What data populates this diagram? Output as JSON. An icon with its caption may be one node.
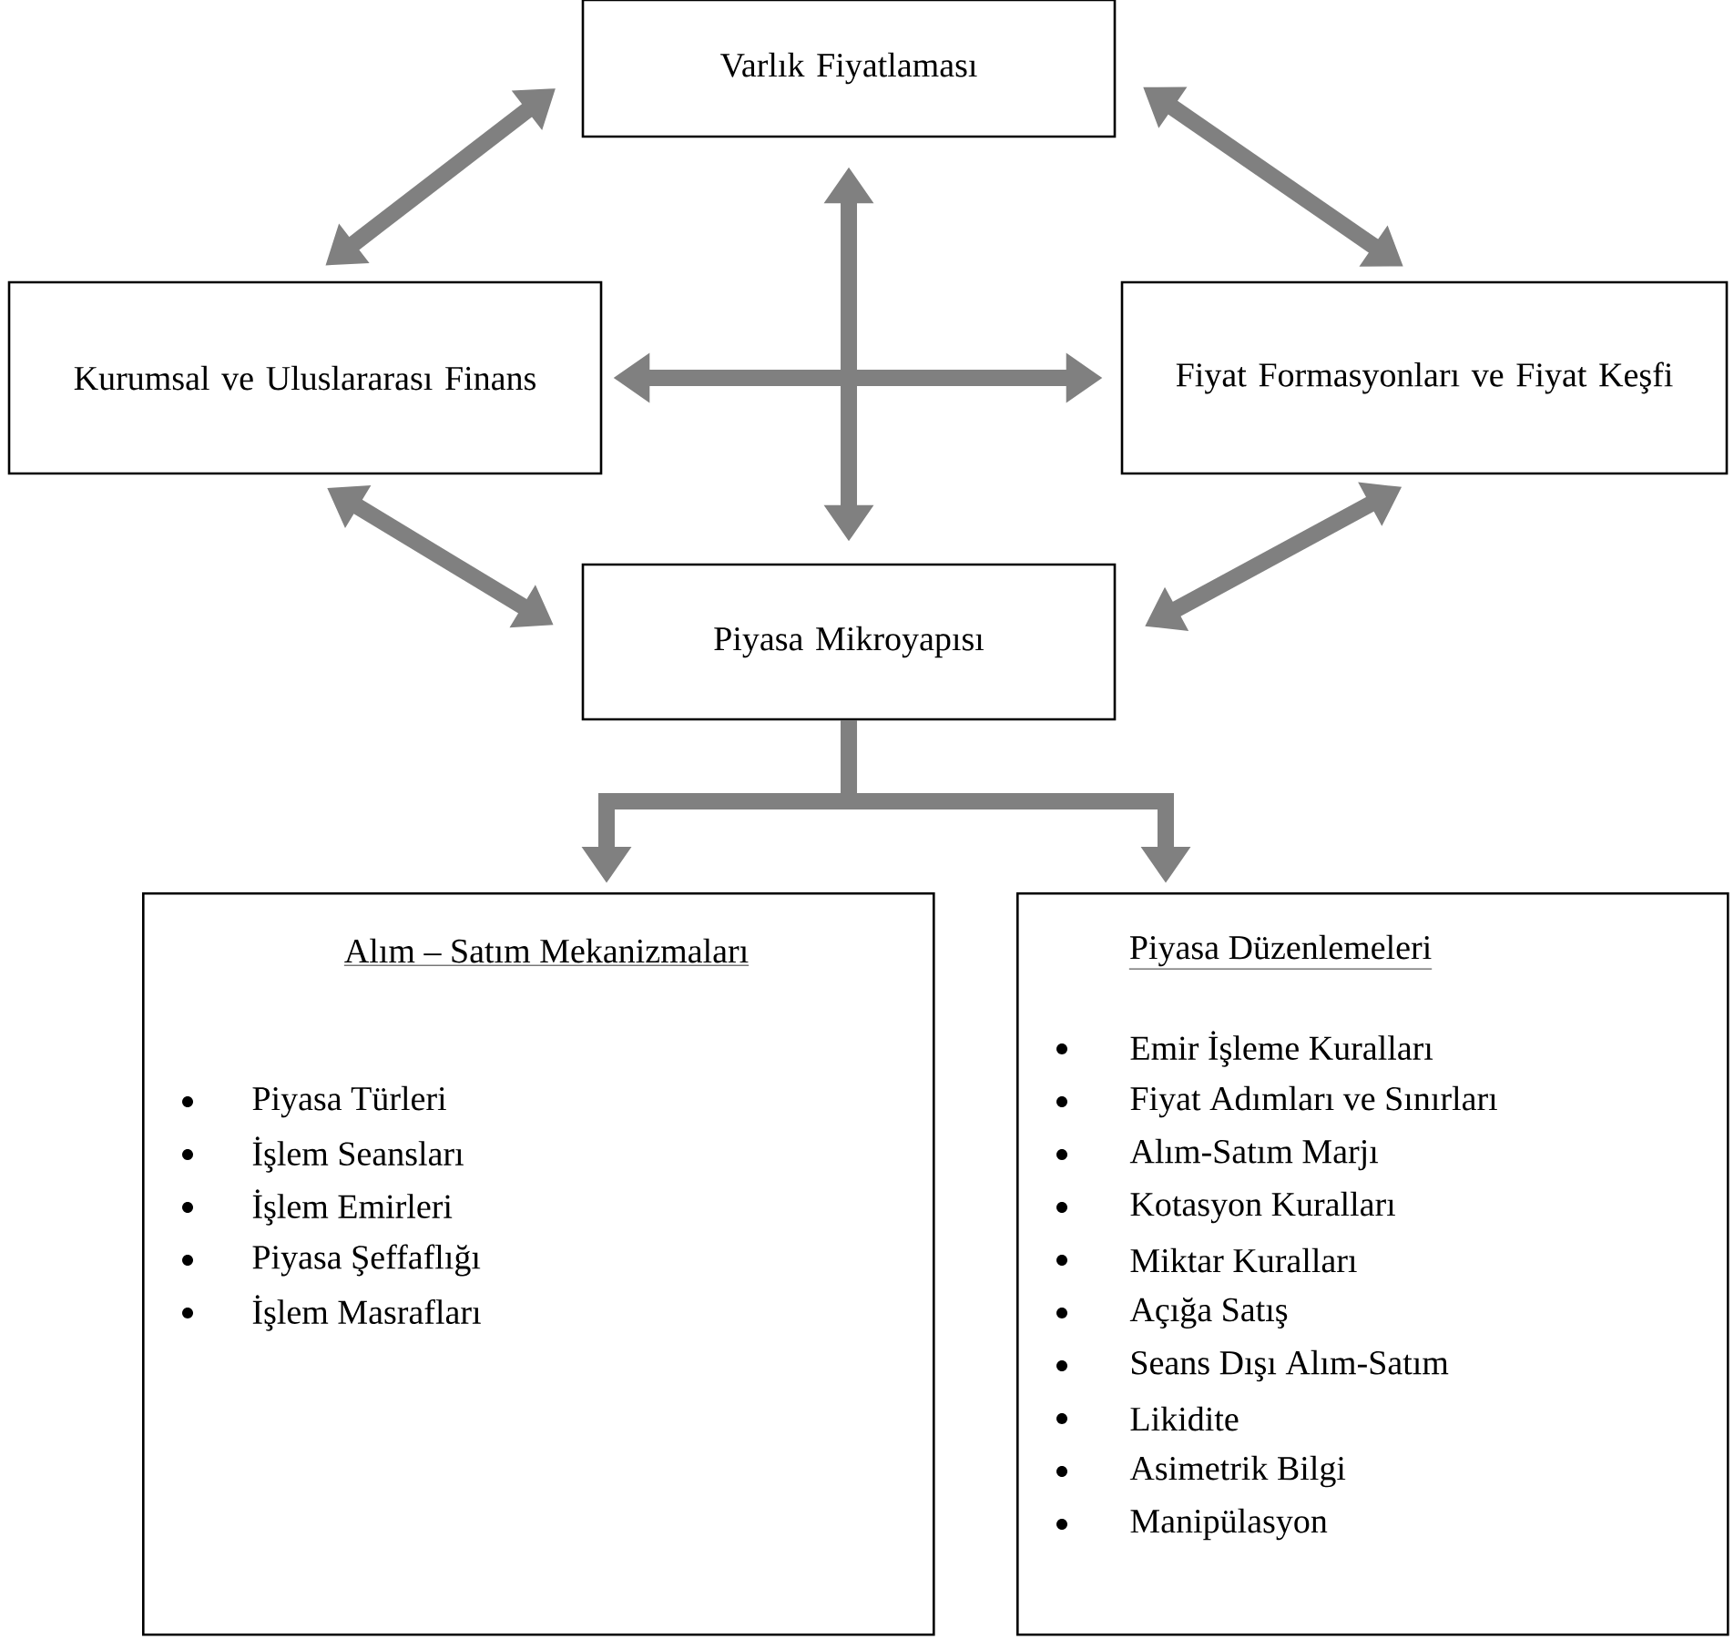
{
  "diagram": {
    "nodes": [
      {
        "text": [
          "Varlık Fiyatlaması"
        ]
      },
      {
        "text": [
          "Kurumsal ve Uluslararası Finans"
        ]
      },
      {
        "text": [
          "Fiyat Formasyonları ve Fiyat Keşfi"
        ]
      },
      {
        "text": [
          "Piyasa Mikroyapısı"
        ]
      },
      {
        "text": [
          "Alım – Satım Mekanizmaları",
          "Piyasa Türleri",
          "İşlem Seansları",
          "İşlem Emirleri",
          "Piyasa Şeffaflığı",
          "İşlem Masrafları"
        ]
      },
      {
        "text": [
          "Piyasa Düzenlemeleri",
          "Emir İşleme Kuralları",
          "Fiyat Adımları ve Sınırları",
          "Alım-Satım Marjı",
          "Kotasyon Kuralları",
          "Miktar Kuralları",
          "Açığa Satış",
          "Seans Dışı Alım-Satım",
          "Likidite",
          "Asimetrik Bilgi",
          "Manipülasyon"
        ]
      }
    ],
    "edges": [
      {
        "from": 0,
        "to": 1,
        "arrow": "both"
      },
      {
        "from": 0,
        "to": 2,
        "arrow": "both"
      },
      {
        "from": 0,
        "to": 3,
        "arrow": "both"
      },
      {
        "from": 1,
        "to": 2,
        "arrow": "both"
      },
      {
        "from": 1,
        "to": 3,
        "arrow": "both"
      },
      {
        "from": 2,
        "to": 3,
        "arrow": "both"
      },
      {
        "from": 3,
        "to": 4,
        "arrow": "to"
      },
      {
        "from": 3,
        "to": 5,
        "arrow": "to"
      }
    ]
  }
}
